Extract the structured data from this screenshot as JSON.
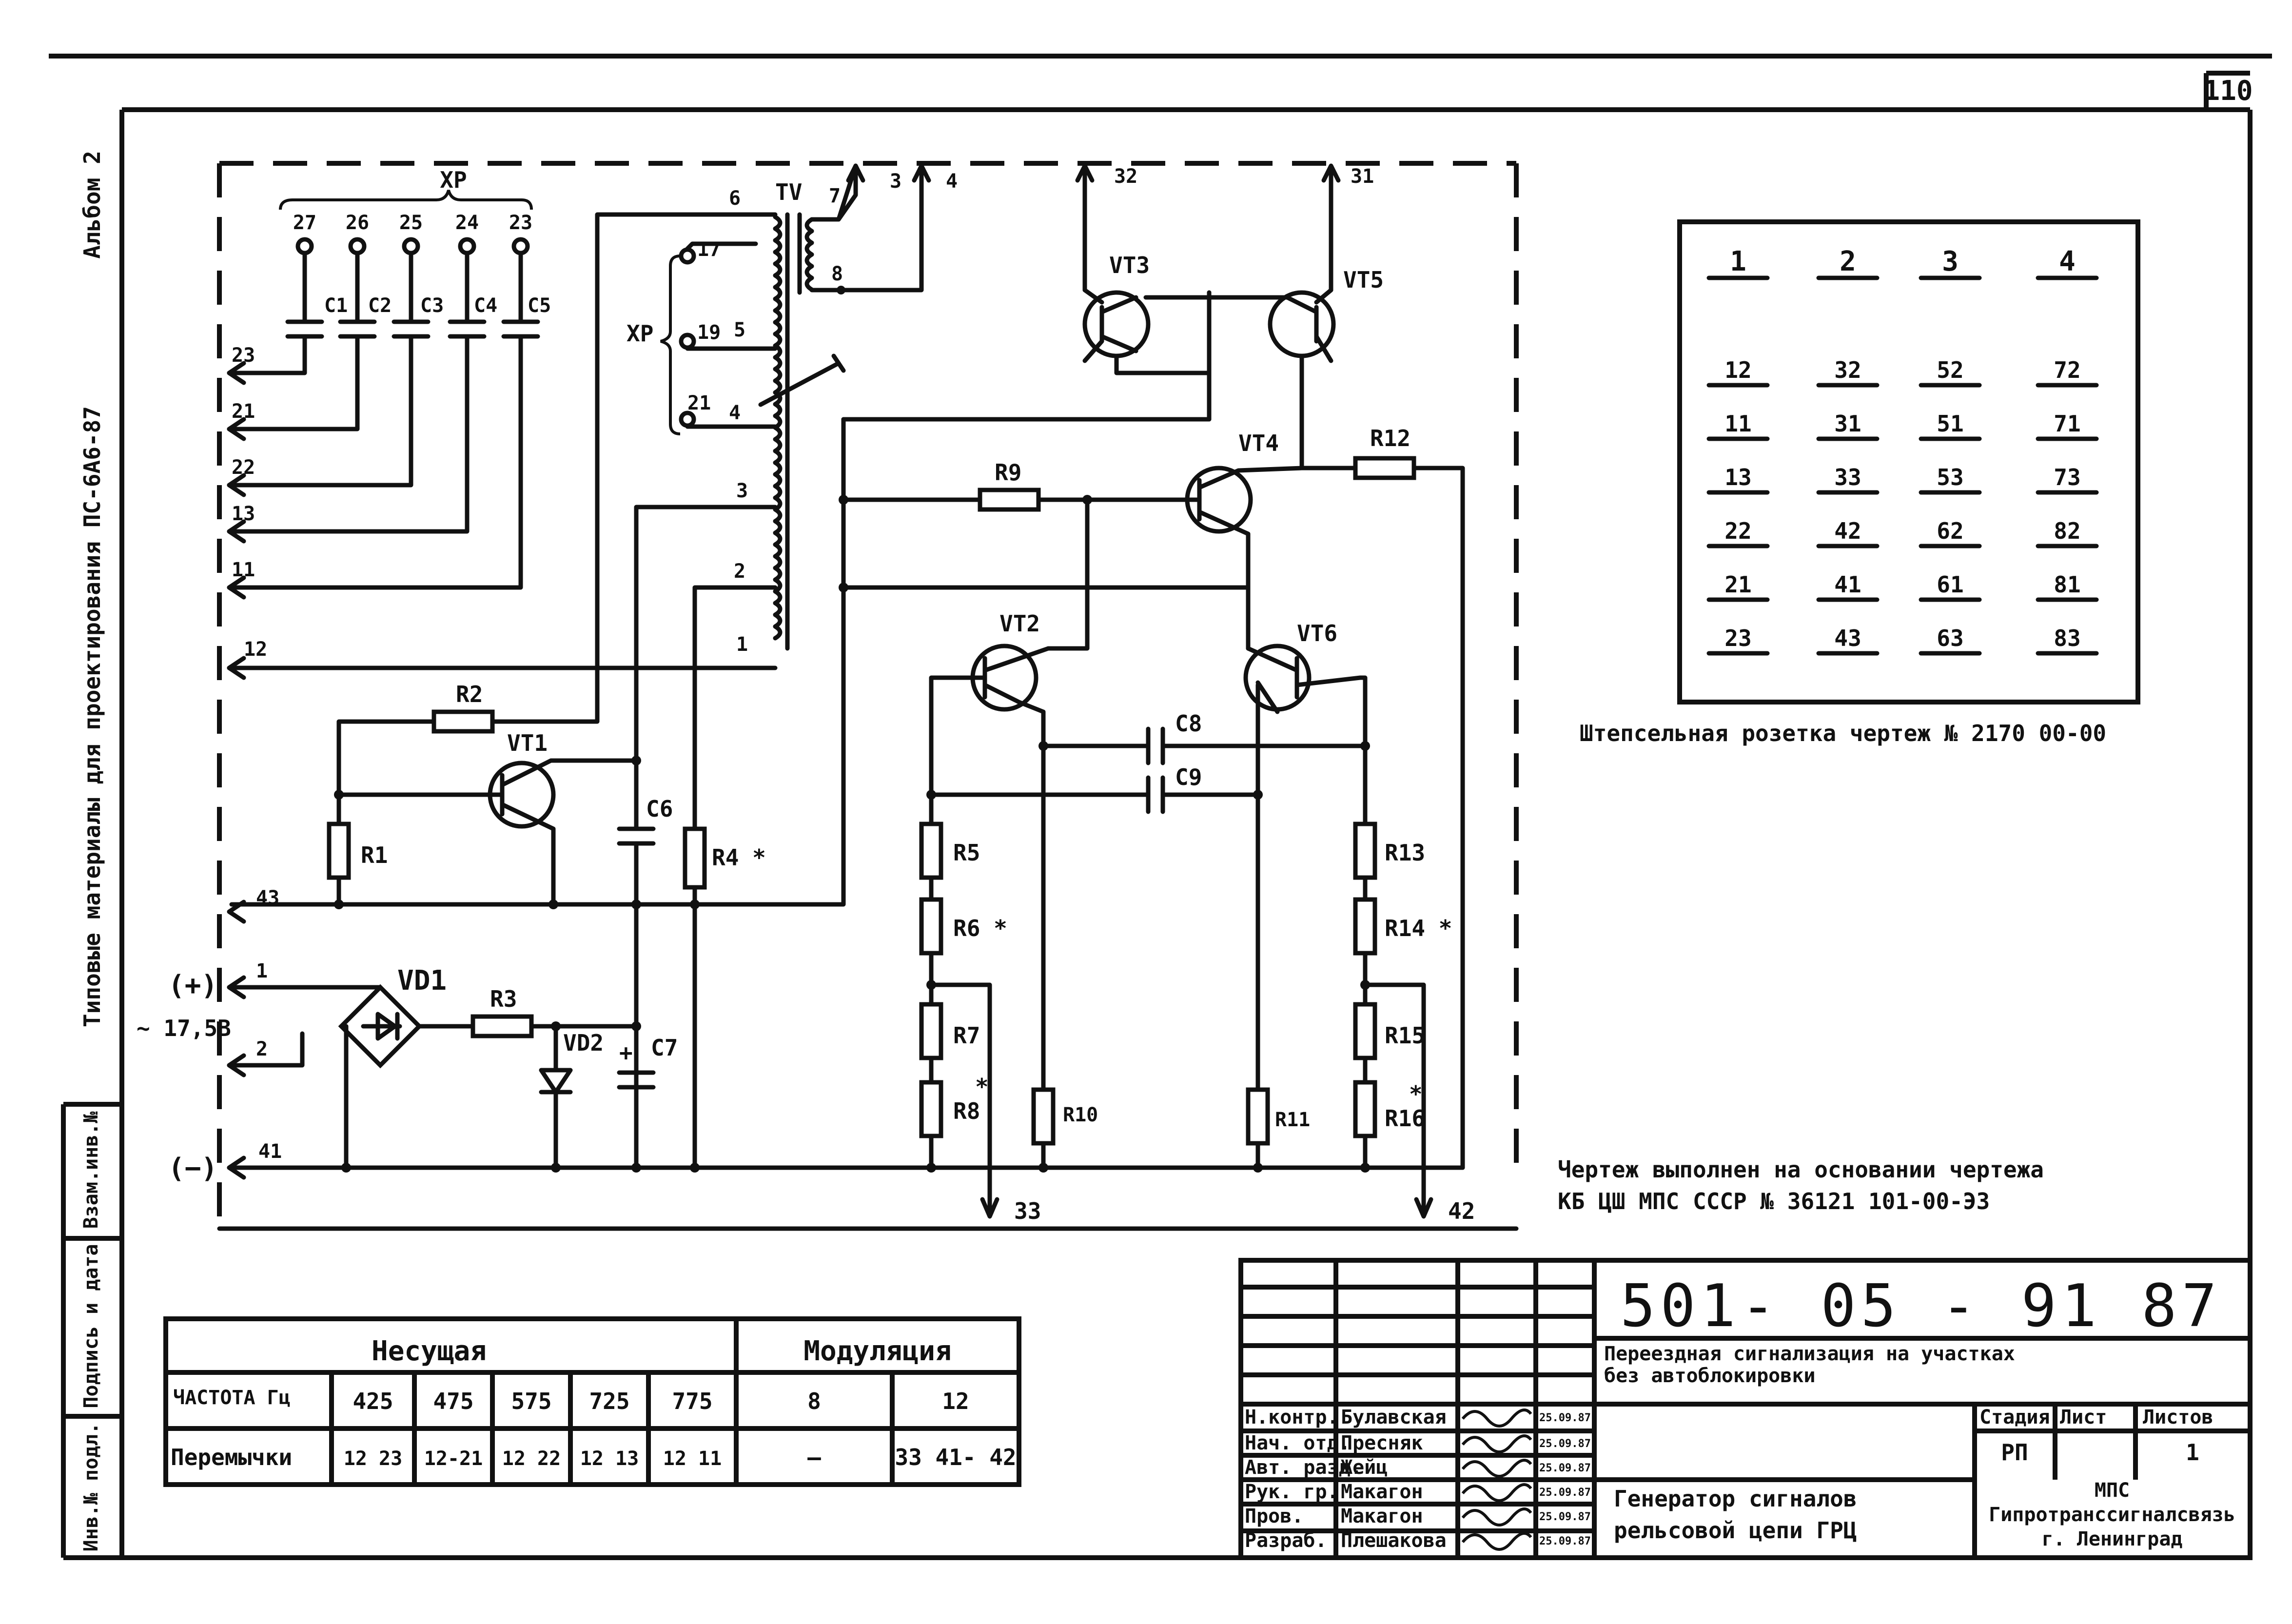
{
  "sheet_number": "110",
  "side_labels": {
    "album": "Альбом 2",
    "typical_materials": "Типовые материалы для проектирования ПС-6А6-87",
    "vzam_inv": "Взам.инв.№",
    "podpis_data": "Подпись и дата",
    "inv_podl": "Инв.№ подл."
  },
  "schematic": {
    "xp_top_label": "XP",
    "xp_pins": [
      "27",
      "26",
      "25",
      "24",
      "23"
    ],
    "capacitors_top": [
      "C1",
      "C2",
      "C3",
      "C4",
      "C5"
    ],
    "left_terminals": [
      "23",
      "21",
      "22",
      "13",
      "11",
      "12",
      "43",
      "1",
      "2",
      "41"
    ],
    "xp_mid_label": "XP",
    "xp_mid_pins": [
      "17",
      "19",
      "21"
    ],
    "tv_label": "TV",
    "tv_taps": [
      "6",
      "5",
      "4",
      "3",
      "2",
      "1",
      "7",
      "8"
    ],
    "outputs_top": [
      "3",
      "4",
      "32",
      "31"
    ],
    "transistors": [
      "VT1",
      "VT2",
      "VT3",
      "VT4",
      "VT5",
      "VT6"
    ],
    "resistors": [
      "R1",
      "R2",
      "R3",
      "R4 *",
      "R5",
      "R6 *",
      "R7",
      "R8",
      "R9",
      "R10",
      "R11",
      "R12",
      "R13",
      "R14 *",
      "R15",
      "R16"
    ],
    "r8_star": "*",
    "r16_star": "*",
    "capacitors": [
      "C6",
      "C7",
      "C8",
      "C9"
    ],
    "diode_bridge": "VD1",
    "zener": "VD2",
    "plus_label": "(+)",
    "minus_label": "(−)",
    "voltage": "~ 17,5В",
    "c7_plus": "+",
    "bottom_outputs": [
      "33",
      "42"
    ]
  },
  "socket_table": {
    "header": [
      "1",
      "2",
      "3",
      "4"
    ],
    "rows": [
      [
        "12",
        "32",
        "52",
        "72"
      ],
      [
        "11",
        "31",
        "51",
        "71"
      ],
      [
        "13",
        "33",
        "53",
        "73"
      ],
      [
        "22",
        "42",
        "62",
        "82"
      ],
      [
        "21",
        "41",
        "61",
        "81"
      ],
      [
        "23",
        "43",
        "63",
        "83"
      ]
    ],
    "caption": "Штепсельная розетка чертеж № 2170 00-00"
  },
  "note": {
    "line1": "Чертеж выполнен на основании чертежа",
    "line2": "КБ ЦШ МПС СССР № 36121 101-00-ЭЗ"
  },
  "freq_table": {
    "carrier_header": "Несущая",
    "modulation_header": "Модуляция",
    "row1_label": "ЧАСТОТА Гц",
    "row2_label": "Перемычки",
    "carrier_freqs": [
      "425",
      "475",
      "575",
      "725",
      "775"
    ],
    "carrier_jumpers": [
      "12 23",
      "12-21",
      "12 22",
      "12 13",
      "12 11"
    ],
    "mod_freqs": [
      "8",
      "12"
    ],
    "mod_jumpers": [
      "—",
      "33 41- 42"
    ]
  },
  "title_block": {
    "doc_number": "501- 05 - 91 87",
    "subtitle_line1": "Переездная сигнализация на участках",
    "subtitle_line2": "без автоблокировки",
    "roles": [
      "Н.контр.",
      "Нач. отд.",
      "Авт. разд.",
      "Рук. гр.",
      "Пров.",
      "Разраб."
    ],
    "names": [
      "Булавская",
      "Пресняк",
      "Жейц",
      "Макагон",
      "Макагон",
      "Плешакова"
    ],
    "dates": [
      "25.09.87",
      "25.09.87",
      "25.09.87",
      "25.09.87",
      "25.09.87",
      "25.09.87"
    ],
    "stage_header": "Стадия",
    "sheet_header": "Лист",
    "sheets_header": "Листов",
    "stage": "РП",
    "sheet": "",
    "sheets": "1",
    "drawing_title_line1": "Генератор сигналов",
    "drawing_title_line2": "рельсовой цепи ГРЦ",
    "org_line1": "МПС",
    "org_line2": "Гипротранссигналсвязь",
    "org_line3": "г. Ленинград"
  }
}
